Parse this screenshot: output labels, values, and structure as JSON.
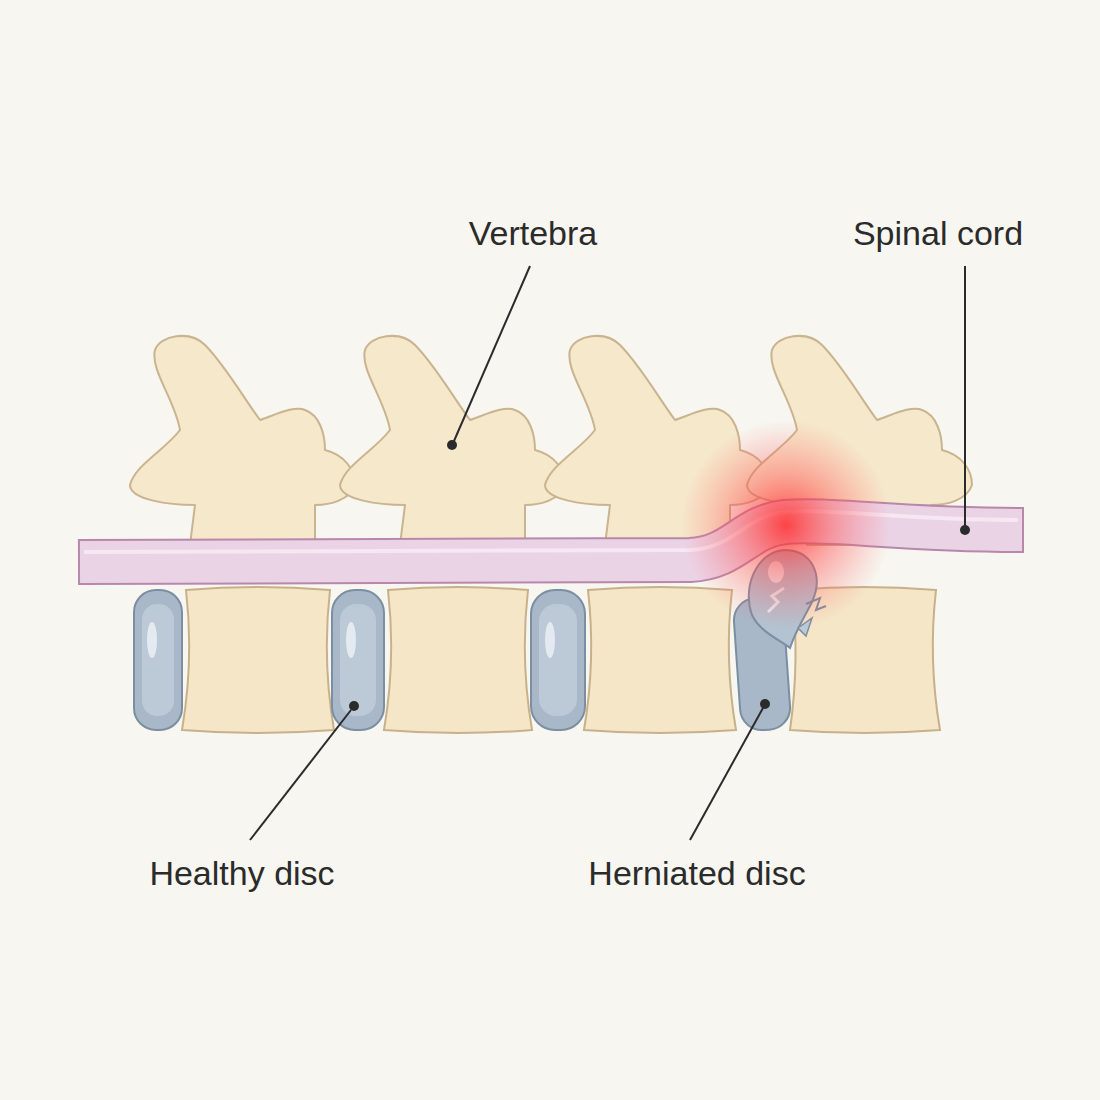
{
  "diagram": {
    "labels": [
      "Vertebra",
      "Spinal cord",
      "Healthy disc",
      "Herniated disc"
    ]
  }
}
